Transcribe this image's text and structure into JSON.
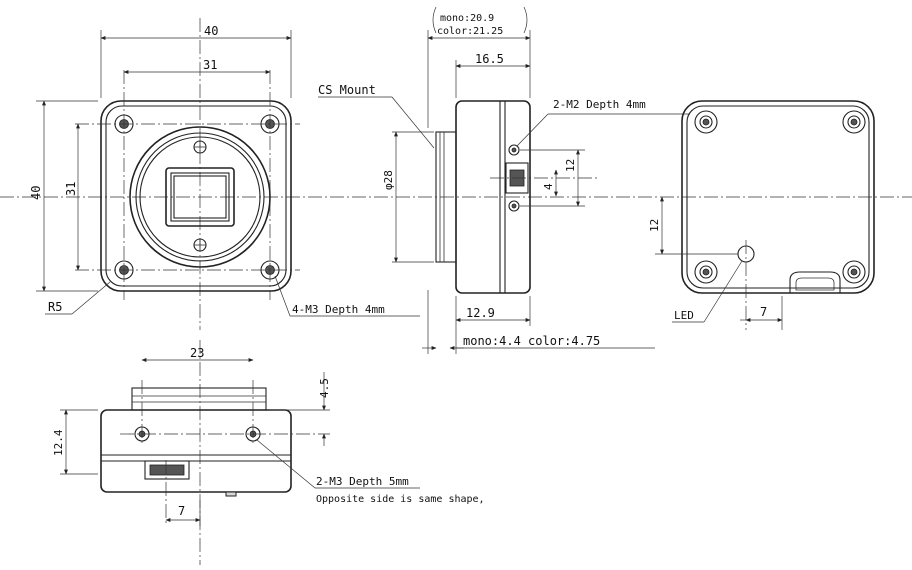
{
  "front_view": {
    "width": "40",
    "hole_spacing_x": "31",
    "height": "40",
    "hole_spacing_y": "31",
    "corner_radius": "R5",
    "mount_holes": "4-M3 Depth 4mm"
  },
  "side_view": {
    "length_label_mono": "mono:20.9",
    "length_label_color": "color:21.25",
    "body_length": "16.5",
    "mount_label": "CS Mount",
    "mount_diameter": "φ28",
    "side_holes": "2-M2 Depth 4mm",
    "hole_spacing": "12",
    "connector_offset": "4",
    "rear_length": "12.9",
    "flange_label": "mono:4.4  color:4.75"
  },
  "rear_view": {
    "led_height": "12",
    "led_label": "LED",
    "led_offset": "7"
  },
  "bottom_view": {
    "hole_spacing": "23",
    "mount_depth": "4.5",
    "height": "12.4",
    "connector_offset": "7",
    "holes_label": "2-M3 Depth 5mm",
    "note": "Opposite side is same shape,"
  }
}
